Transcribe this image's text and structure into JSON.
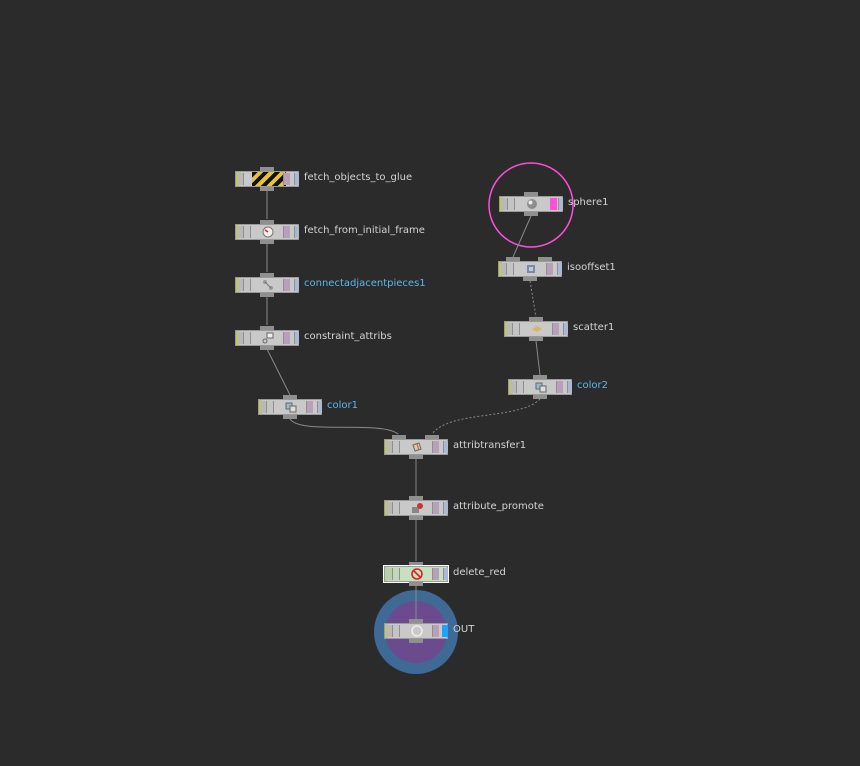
{
  "nodes": {
    "fetch_objects_to_glue": {
      "label": "fetch_objects_to_glue",
      "icon": "bypass-hatched-icon"
    },
    "fetch_from_initial_frame": {
      "label": "fetch_from_initial_frame",
      "icon": "clock-icon"
    },
    "connectadjacentpieces1": {
      "label": "connectadjacentpieces1",
      "icon": "connect-pieces-icon"
    },
    "constraint_attribs": {
      "label": "constraint_attribs",
      "icon": "wrangle-icon"
    },
    "color1": {
      "label": "color1",
      "icon": "color-swatch-icon"
    },
    "sphere1": {
      "label": "sphere1",
      "icon": "sphere-icon"
    },
    "isooffset1": {
      "label": "isooffset1",
      "icon": "isooffset-icon"
    },
    "scatter1": {
      "label": "scatter1",
      "icon": "scatter-icon"
    },
    "color2": {
      "label": "color2",
      "icon": "color-swatch-icon"
    },
    "attribtransfer1": {
      "label": "attribtransfer1",
      "icon": "attribtransfer-icon"
    },
    "attribute_promote": {
      "label": "attribute_promote",
      "icon": "attribpromote-icon"
    },
    "delete_red": {
      "label": "delete_red",
      "icon": "no-entry-icon"
    },
    "OUT": {
      "label": "OUT",
      "icon": "null-icon"
    }
  },
  "colors": {
    "background": "#2b2b2b",
    "node_body": "#c9c9c9",
    "label_default": "#d4d4d4",
    "label_highlight": "#5bb8e8",
    "template_ring": "#ff4fd8",
    "display_flag": "#1aa3ff",
    "output_ring": "#3f6a96",
    "output_ring_inner": "#6b4a8e",
    "wire": "#8a8a8a"
  }
}
